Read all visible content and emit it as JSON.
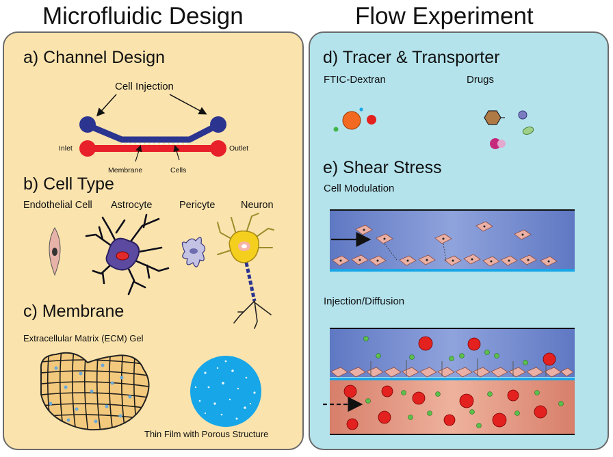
{
  "titles": {
    "left": "Microfluidic Design",
    "right": "Flow Experiment"
  },
  "colors": {
    "left_panel": "#fae3ad",
    "right_panel": "#b4e3ec",
    "channel_top": "#2b3590",
    "channel_bottom": "#e8202a",
    "membrane_blue": "#1aa6e6"
  },
  "design": {
    "channel": {
      "heading": "a) Channel Design",
      "cell_injection": "Cell Injection",
      "inlet": "Inlet",
      "outlet": "Outlet",
      "membrane": "Membrane",
      "cells": "Cells"
    },
    "cell_type": {
      "heading": "b) Cell Type",
      "endothelial": "Endothelial Cell",
      "astrocyte": "Astrocyte",
      "pericyte": "Pericyte",
      "neuron": "Neuron"
    },
    "membrane": {
      "heading": "c) Membrane",
      "ecm": "Extracellular Matrix (ECM) Gel",
      "thin_film": "Thin Film with Porous Structure"
    }
  },
  "experiment": {
    "tracer": {
      "heading": "d) Tracer & Transporter",
      "dextran": "FTIC-Dextran",
      "drugs": "Drugs"
    },
    "shear": {
      "heading": "e) Shear Stress",
      "modulation": "Cell Modulation",
      "injection": "Injection/Diffusion"
    }
  }
}
